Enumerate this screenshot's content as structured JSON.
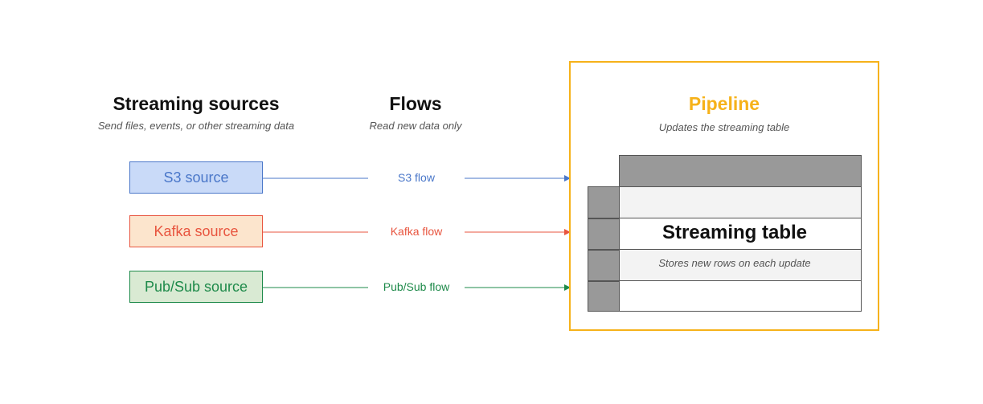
{
  "columns": {
    "sources": {
      "title": "Streaming sources",
      "subtitle": "Send files, events, or other streaming data"
    },
    "flows": {
      "title": "Flows",
      "subtitle": "Read new data only"
    },
    "pipeline": {
      "title": "Pipeline",
      "subtitle": "Updates the streaming table"
    }
  },
  "sources": [
    {
      "label": "S3 source",
      "flow_label": "S3 flow",
      "color": "#4a77c9",
      "fill": "#c9daf8"
    },
    {
      "label": "Kafka source",
      "flow_label": "Kafka flow",
      "color": "#e8553f",
      "fill": "#fce5cd"
    },
    {
      "label": "Pub/Sub source",
      "flow_label": "Pub/Sub flow",
      "color": "#1e8a4a",
      "fill": "#d9ead3"
    }
  ],
  "table": {
    "name": "Streaming table",
    "description": "Stores new rows on each update"
  },
  "colors": {
    "pipeline": "#f6b21a",
    "table_header": "#999999",
    "table_row_alt": "#f3f3f3"
  }
}
